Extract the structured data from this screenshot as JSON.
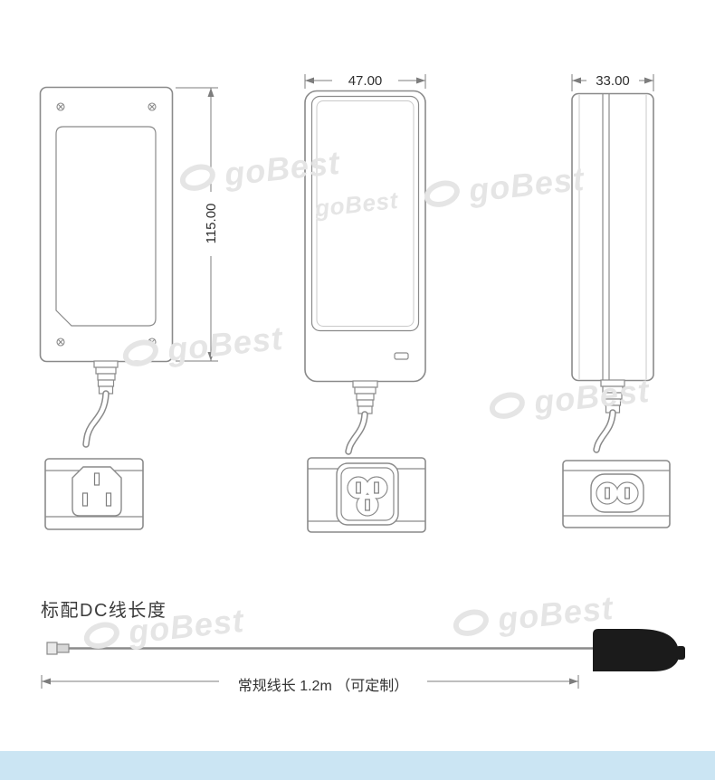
{
  "page": {
    "background": "#ffffff",
    "footer_color": "#cbe5f3"
  },
  "watermark": {
    "text": "goBest"
  },
  "views": {
    "front": {
      "dimension_label": "115.00"
    },
    "side": {
      "dimension_label": "47.00"
    },
    "edge": {
      "dimension_label": "33.00"
    }
  },
  "cable_section": {
    "title": "标配DC线长度",
    "length_label": "常规线长 1.2m （可定制）",
    "plug_color": "#1b1b1b"
  }
}
